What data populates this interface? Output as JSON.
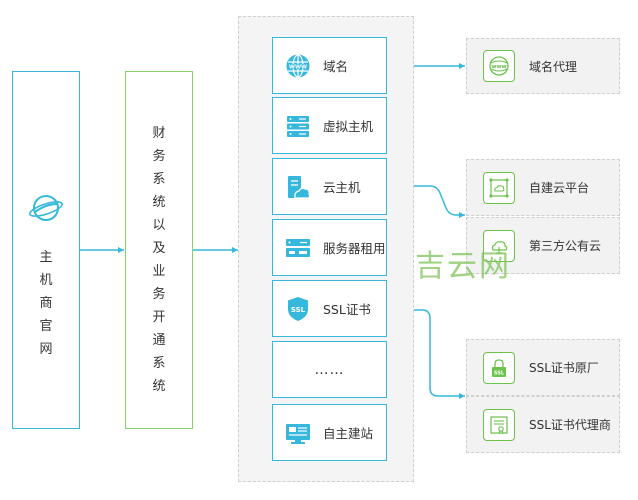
{
  "colors": {
    "blue": "#35b8dc",
    "green": "#6cc24a",
    "panel": "#f4f4f4"
  },
  "left": {
    "chars": [
      "主",
      "机",
      "商",
      "官",
      "网"
    ],
    "icon": "globe-icon"
  },
  "middle": {
    "chars": [
      "财",
      "务",
      "系",
      "统",
      "以",
      "及",
      "业",
      "务",
      "开",
      "通",
      "系",
      "统"
    ]
  },
  "services": [
    {
      "label": "域名",
      "icon": "www-globe-icon"
    },
    {
      "label": "虚拟主机",
      "icon": "server-stack-icon"
    },
    {
      "label": "云主机",
      "icon": "cloud-server-icon"
    },
    {
      "label": "服务器租用",
      "icon": "rack-server-icon"
    },
    {
      "label": "SSL证书",
      "icon": "ssl-shield-icon"
    },
    {
      "label": "……",
      "icon": ""
    },
    {
      "label": "自主建站",
      "icon": "website-builder-icon"
    }
  ],
  "targets": [
    {
      "label": "域名代理",
      "icon": "www-icon"
    },
    {
      "label": "自建云平台",
      "icon": "cloud-frame-icon"
    },
    {
      "label": "第三方公有云",
      "icon": "cloud-sync-icon"
    },
    {
      "label": "SSL证书原厂",
      "icon": "ssl-lock-icon"
    },
    {
      "label": "SSL证书代理商",
      "icon": "certificate-icon"
    }
  ],
  "watermark": "吉云网"
}
